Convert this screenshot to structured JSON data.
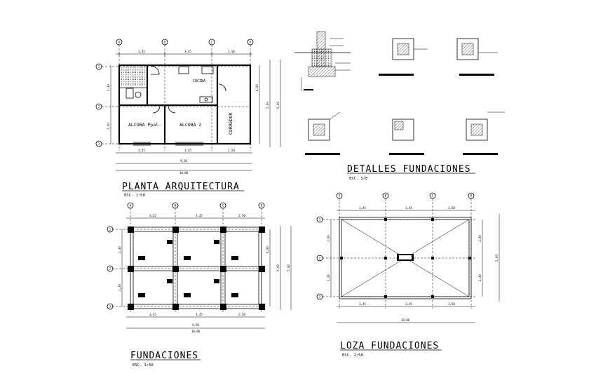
{
  "drawings": {
    "planta": {
      "title": "PLANTA ARQUITECTURA",
      "scale": "ESC. 1:50",
      "rooms": [
        "COCINA",
        "ALCOBA Ppal.",
        "ALCOBA 2",
        "CORREDOR"
      ],
      "dims_top": [
        "3,45",
        "3,45",
        "2,50"
      ],
      "dims_bottom": [
        "3,45",
        "3,45",
        "2,50"
      ],
      "dims_total": [
        "9,50",
        "10,00"
      ],
      "dims_left": [
        "2,30",
        "2,30"
      ],
      "dims_right": [
        "4,00",
        "5,00"
      ]
    },
    "detalles": {
      "title": "DETALLES FUNDACIONES",
      "scale": "ESC. S/E"
    },
    "fundaciones": {
      "title": "FUNDACIONES",
      "scale": "ESC. 1:50",
      "dims_top": [
        "3,45",
        "3,45",
        "2,50"
      ],
      "dims_bottom": [
        "3,45",
        "3,45",
        "2,50"
      ],
      "dims_total": [
        "9,50",
        "10,00"
      ],
      "dims_left": [
        "2,30",
        "2,30"
      ],
      "dims_right": [
        "4,00",
        "5,00"
      ]
    },
    "loza": {
      "title": "LOZA FUNDACIONES",
      "scale": "ESC. 1:50",
      "dims_top": [
        "3,45",
        "3,45",
        "2,50"
      ],
      "dims_bottom": [
        "3,45",
        "3,45",
        "2,50"
      ],
      "dims_total": [
        "10,00"
      ],
      "dims_left": [
        "2,30",
        "2,30"
      ],
      "dims_right": [
        "2,30",
        "2,30",
        "5,00"
      ]
    }
  },
  "grid_labels": {
    "columns": [
      "A",
      "B",
      "C",
      "D"
    ],
    "rows": [
      "1",
      "2",
      "3"
    ]
  }
}
